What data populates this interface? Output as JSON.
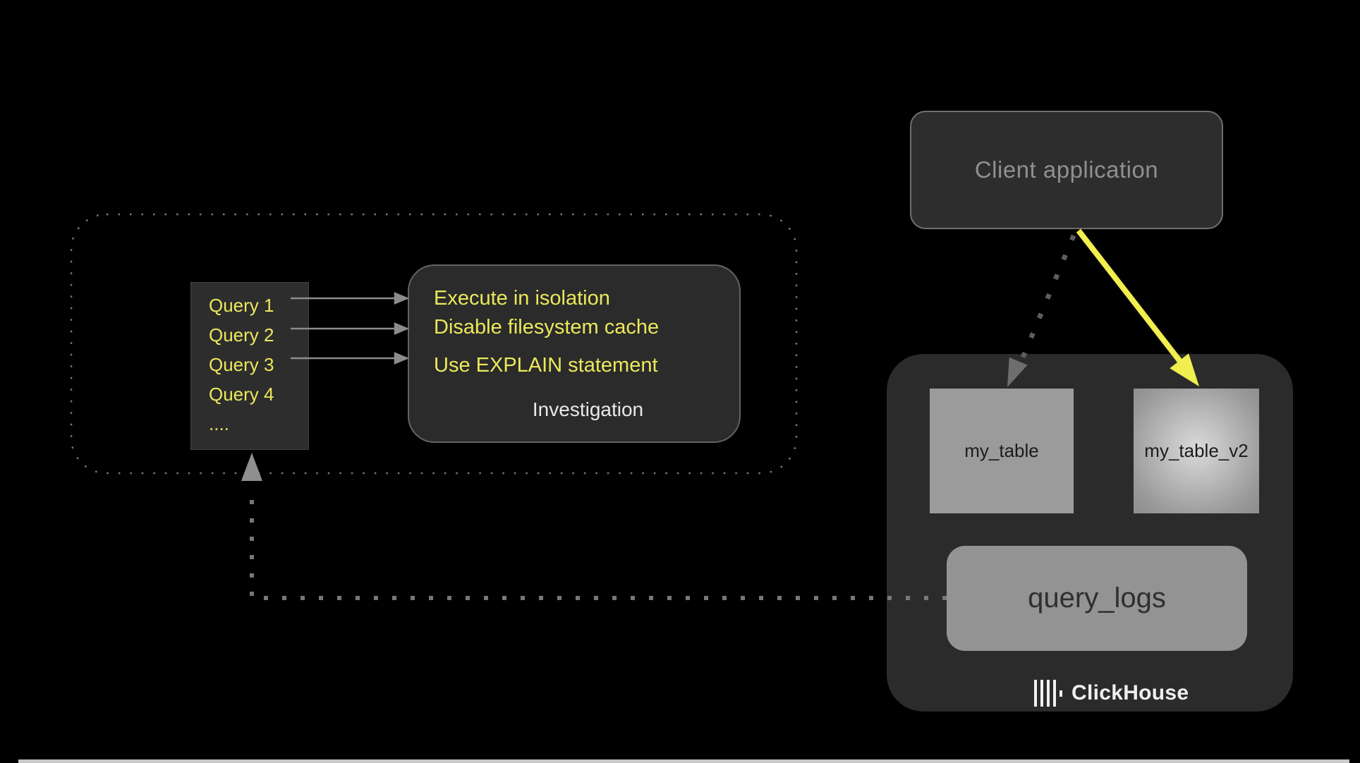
{
  "client_application": {
    "label": "Client application"
  },
  "query_list": {
    "items": [
      "Query 1",
      "Query 2",
      "Query 3",
      "Query 4",
      "...."
    ]
  },
  "investigation": {
    "line1": "Execute in isolation",
    "line2": "Disable filesystem cache",
    "line3": "Use EXPLAIN statement",
    "caption": "Investigation"
  },
  "clickhouse": {
    "table1": "my_table",
    "table2": "my_table_v2",
    "query_logs": "query_logs",
    "brand": "ClickHouse"
  },
  "colors": {
    "accent_yellow_text": "#ece85c",
    "accent_yellow_arrow": "#f1ee4f",
    "panel_fill": "#2d2d2d",
    "table_fill": "#9b9b9b",
    "arrow_gray": "#8c8c8c"
  }
}
